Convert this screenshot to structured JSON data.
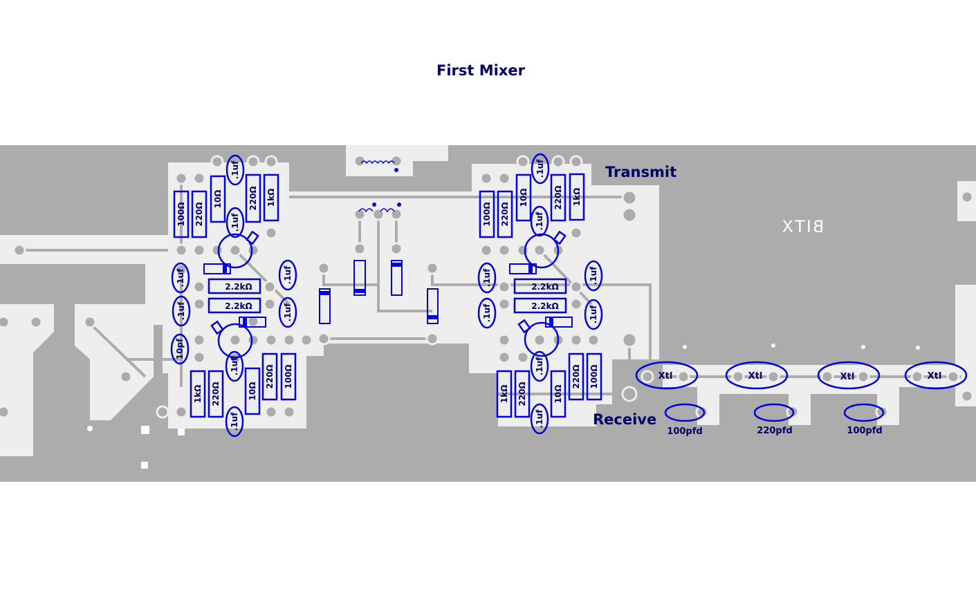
{
  "title": "First Mixer",
  "labels": {
    "transmit": "Transmit",
    "receive": "Receive",
    "silkscreen": "BITX"
  },
  "colors": {
    "board": "#acacac",
    "copper": "#eeeeee",
    "component": "#0000dd",
    "text": "#000066"
  },
  "components": {
    "left": {
      "c_top": ".1uf",
      "r_100": "100Ω",
      "r_220a": "220Ω",
      "r_10a": "10Ω",
      "r_220b": "220Ω",
      "r_1k_top": "1kΩ",
      "c_mid": ".1uf",
      "c_l1": ".1uf",
      "c_l2": ".1uf",
      "c_10pf": "10pf",
      "r_2k2a": "2.2kΩ",
      "r_2k2b": "2.2kΩ",
      "c_r1": ".1uf",
      "c_r2": ".1uf",
      "r_1k_bot": "1kΩ",
      "r_220c": "220Ω",
      "c_b1": ".1uf",
      "r_10b": "10Ω",
      "r_220d": "220Ω",
      "r_100b": "100Ω",
      "c_b2": ".1uf"
    },
    "right": {
      "c_top": ".1uf",
      "r_100": "100Ω",
      "r_220a": "220Ω",
      "r_10a": "10Ω",
      "r_220b": "220Ω",
      "r_1k_top": "1kΩ",
      "c_mid": ".1uf",
      "c_l1": ".1uf",
      "c_l2": ".1uf",
      "r_2k2a": "2.2kΩ",
      "r_2k2b": "2.2kΩ",
      "c_r1": ".1uf",
      "c_r2": ".1uf",
      "r_1k_bot": "1kΩ",
      "r_220c": "220Ω",
      "c_b1": ".1uf",
      "r_10b": "10Ω",
      "r_220d": "220Ω",
      "r_100b": "100Ω",
      "c_b2": ".1uf"
    },
    "crystals": [
      "Xtl",
      "Xtl",
      "Xtl",
      "Xtl"
    ],
    "caps": [
      "100pfd",
      "220pfd",
      "100pfd"
    ]
  }
}
